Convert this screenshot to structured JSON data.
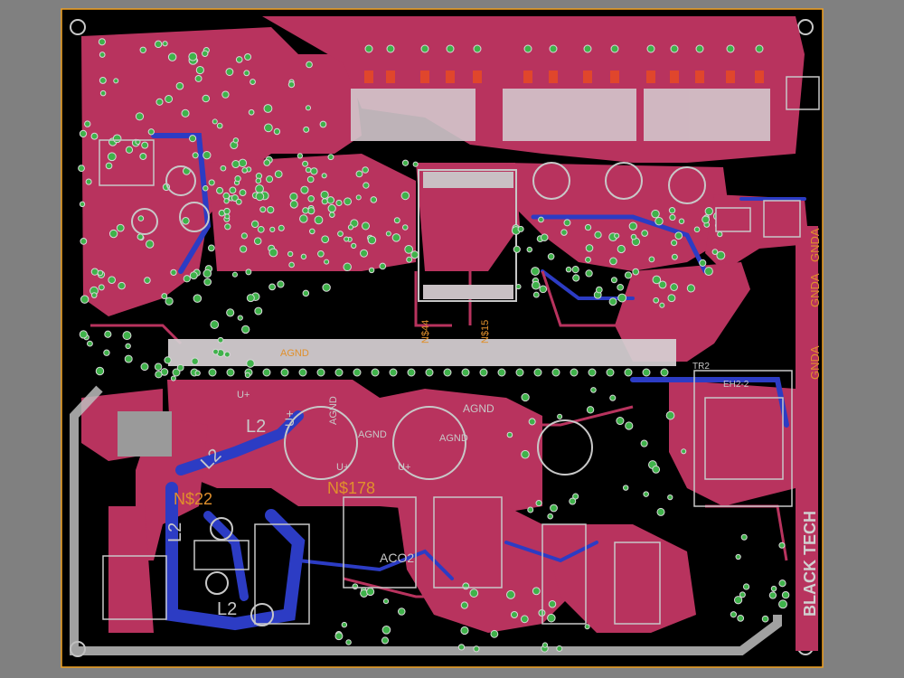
{
  "colors": {
    "background": "#808080",
    "board": "#000000",
    "top_copper": "#b8335e",
    "bottom_copper": "#2c3cc4",
    "silk": "#c8c8c8",
    "pad": "#3fb24a",
    "label": "#e0902c",
    "outline": "#f0a020"
  },
  "labels": {
    "n22": "N$22",
    "n178": "N$178",
    "l2_a": "L2",
    "l2_b": "L2",
    "l2_c": "L2",
    "l2_d": "L2",
    "uplus_a": "U+",
    "uplus_b": "U+",
    "uplus_c": "U+",
    "uplus_d": "U+",
    "agnd_a": "AGND",
    "agnd_b": "AGND",
    "agnd_c": "AGND",
    "agnd_d": "AGND",
    "agnd_e": "AGND",
    "gnda_a": "GNDA",
    "gnda_b": "GNDA",
    "gnda_c": "GNDA",
    "n544": "N$44",
    "n615": "N$15",
    "aco2": "ACO2",
    "tr2": "TR2",
    "eh22": "EH2-2",
    "black_tech": "BLACK TECH"
  }
}
